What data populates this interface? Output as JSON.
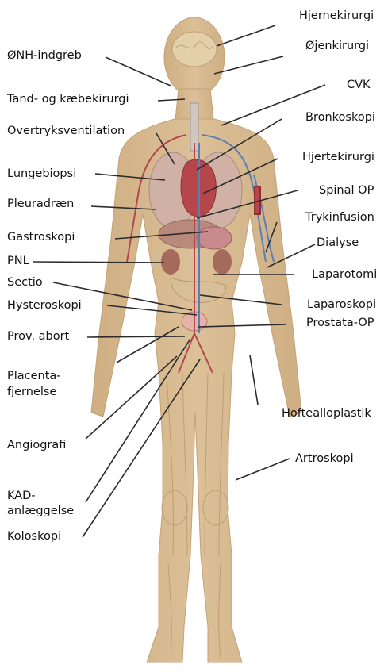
{
  "labels": {
    "hjernekirurgi": "Hjernekirurgi",
    "ojenkirurgi": "Øjenkirurgi",
    "onh": "ØNH-indgreb",
    "tand": "Tand- og kæbekirurgi",
    "cvk": "CVK",
    "overtryk": "Overtryksventilation",
    "bronkoskopi": "Bronkoskopi",
    "hjertekirurgi": "Hjertekirurgi",
    "lungebiopsi": "Lungebiopsi",
    "spinal": "Spinal OP",
    "pleuradraen": "Pleuradræn",
    "trykinfusion": "Trykinfusion",
    "gastroskopi": "Gastroskopi",
    "dialyse": "Dialyse",
    "pnl": "PNL",
    "laparotomi": "Laparotomi",
    "sectio": "Sectio",
    "hysteroskopi": "Hysteroskopi",
    "laparoskopi": "Laparoskopi",
    "prov_abort": "Prov. abort",
    "prostata": "Prostata-OP",
    "placenta_1": "Placenta-",
    "placenta_2": "fjernelse",
    "hoftealloplastik": "Hoftealloplastik",
    "angiografi": "Angiografi",
    "artroskopi": "Artroskopi",
    "kad_1": "KAD-",
    "kad_2": "anlæggelse",
    "koloskopi": "Koloskopi"
  },
  "colors": {
    "body_fill": "#d8b98f",
    "body_shade": "#c9a77a",
    "leader_line": "#2b2b2b",
    "organ_red": "#b5474a",
    "organ_pink": "#c98a8e",
    "vessel_blue": "#5a7fb8"
  }
}
